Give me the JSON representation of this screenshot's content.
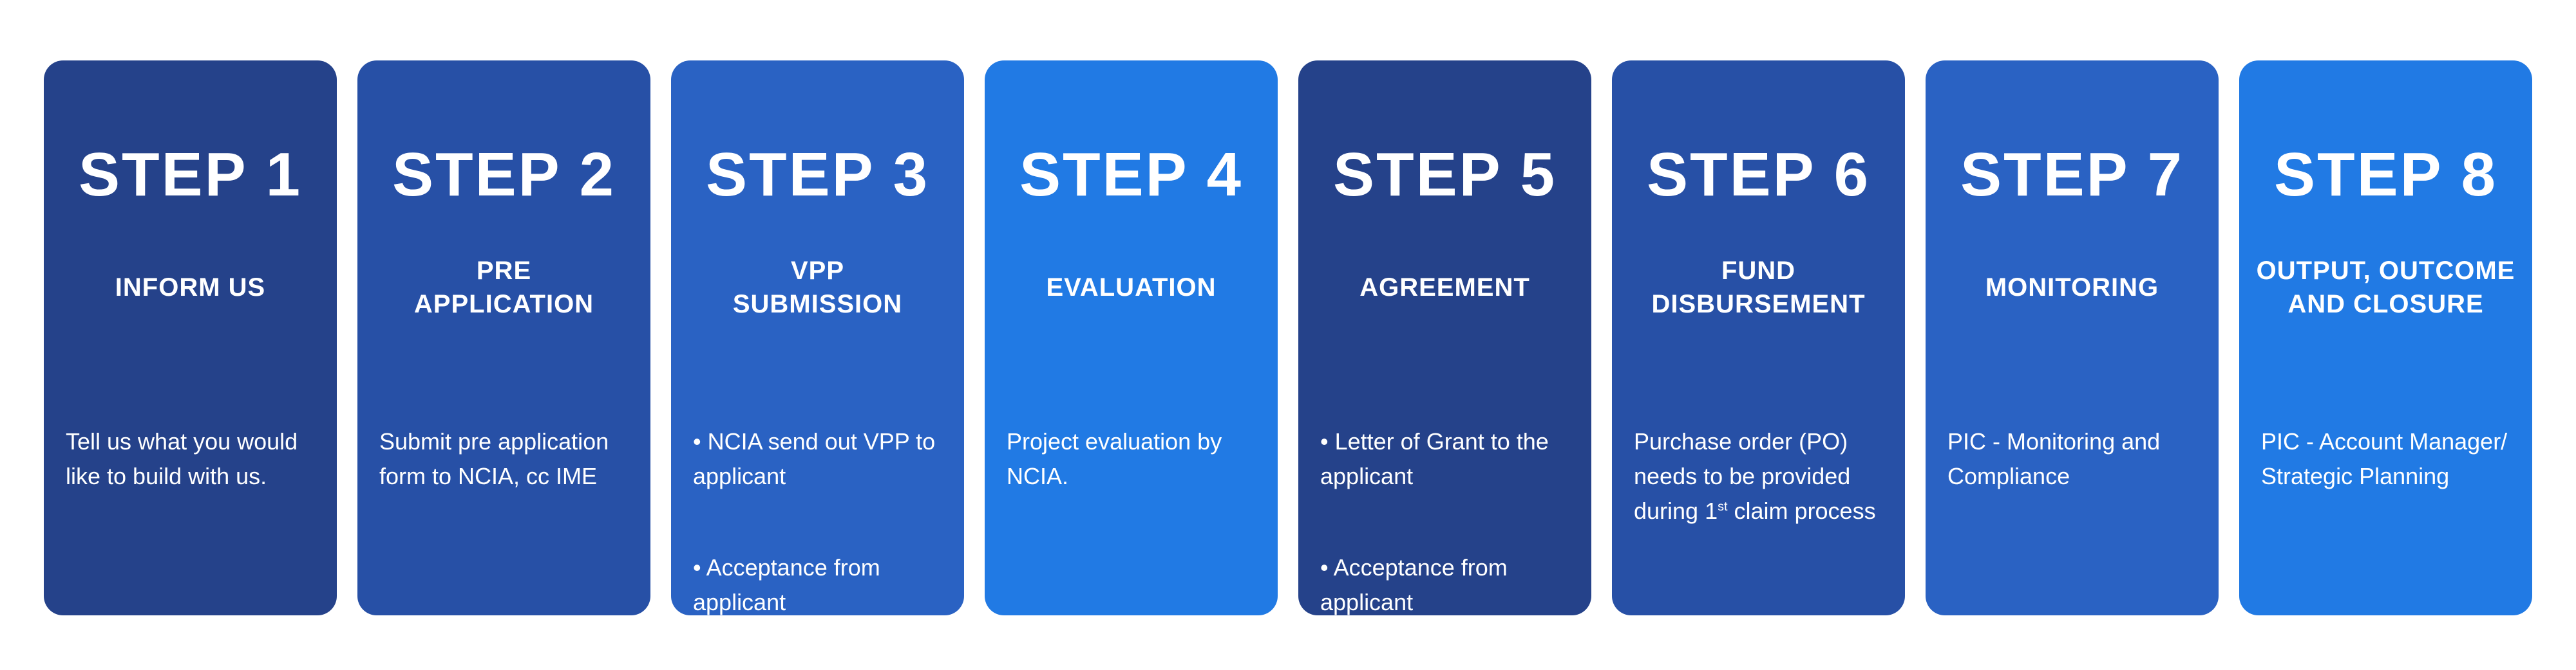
{
  "page": {
    "background_color": "#ffffff",
    "text_color": "#ffffff"
  },
  "palette": {
    "navy_blue": "#25428A",
    "royal_blue": "#2750A6",
    "medium_blue": "#2A62C3",
    "bright_blue": "#217AE4"
  },
  "cards": [
    {
      "title": "STEP 1",
      "subtitle": "INFORM US",
      "body": "Tell us what you would\nlike to build with us.",
      "color": "#25428A"
    },
    {
      "title": "STEP 2",
      "subtitle": "PRE\nAPPLICATION",
      "body": "Submit pre application\nform to NCIA, cc IME",
      "color": "#2750A6"
    },
    {
      "title": "STEP 3",
      "subtitle": "VPP\nSUBMISSION",
      "bullets": [
        "• NCIA send out VPP to\napplicant",
        "• Acceptance from\napplicant"
      ],
      "color": "#2A62C3"
    },
    {
      "title": "STEP 4",
      "subtitle": "EVALUATION",
      "body": "Project evaluation by\nNCIA.",
      "color": "#217AE4"
    },
    {
      "title": "STEP 5",
      "subtitle": "AGREEMENT",
      "bullets": [
        "• Letter of Grant to the\napplicant",
        "• Acceptance from\napplicant"
      ],
      "color": "#25428A"
    },
    {
      "title": "STEP 6",
      "subtitle": "FUND\nDISBURSEMENT",
      "body_prefix": "Purchase order (PO)\nneeds to be provided\nduring 1",
      "body_sup": "st",
      "body_suffix": " claim process",
      "color": "#2750A6"
    },
    {
      "title": "STEP 7",
      "subtitle": "MONITORING",
      "body": "PIC - Monitoring and\nCompliance",
      "color": "#2A62C3"
    },
    {
      "title": "STEP 8",
      "subtitle": "OUTPUT, OUTCOME\nAND CLOSURE",
      "body": "PIC - Account Manager/\nStrategic Planning",
      "color": "#217AE4"
    }
  ]
}
